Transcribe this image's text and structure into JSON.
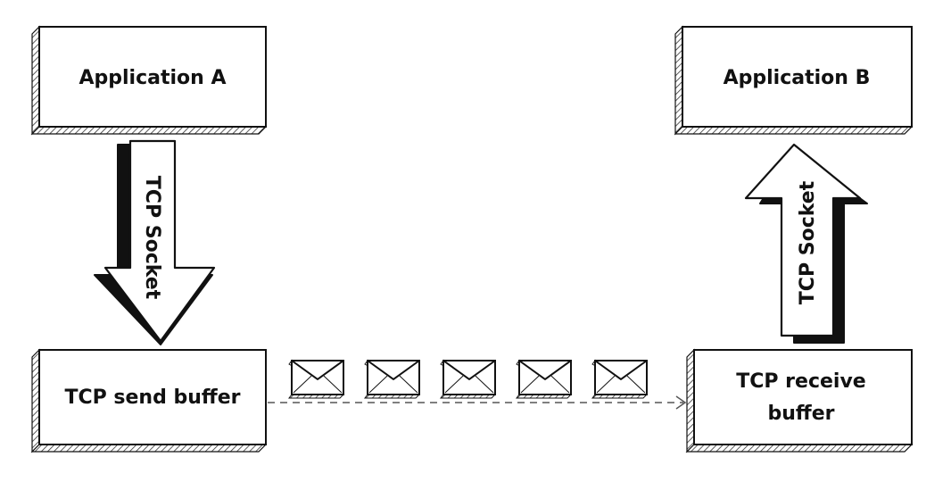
{
  "boxes": {
    "app_a": "Application A",
    "app_b": "Application B",
    "send_buffer": "TCP send buffer",
    "receive_buffer_line1": "TCP receive",
    "receive_buffer_line2": "buffer"
  },
  "arrows": {
    "left_socket": "TCP Socket",
    "right_socket": "TCP Socket"
  },
  "messages": {
    "count": 5,
    "icon": "envelope-icon"
  },
  "colors": {
    "stroke": "#111111",
    "fill": "#ffffff",
    "shadow_hatch": "#333333",
    "dashed_line": "#555555"
  }
}
